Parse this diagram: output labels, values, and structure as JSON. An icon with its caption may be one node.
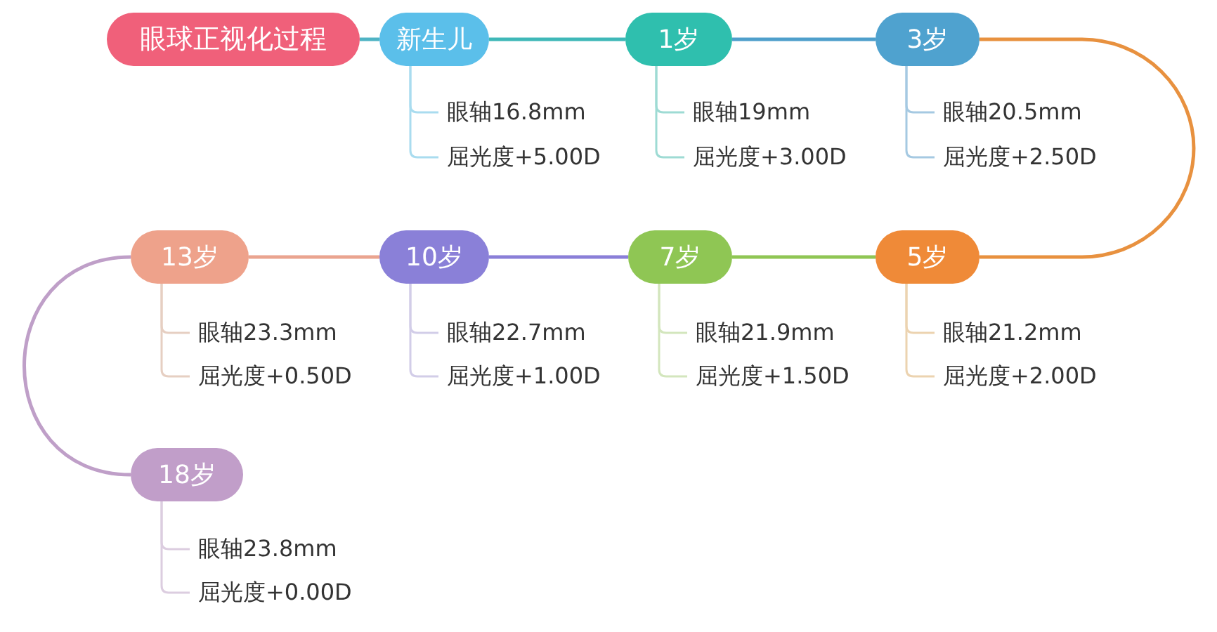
{
  "diagram": {
    "nodes": [
      {
        "text": [
          "眼球正视化过程"
        ]
      },
      {
        "text": [
          "新生儿"
        ]
      },
      {
        "text": [
          "眼轴16.8mm"
        ]
      },
      {
        "text": [
          "屈光度+5.00D"
        ]
      },
      {
        "text": [
          "1岁"
        ]
      },
      {
        "text": [
          "眼轴19mm"
        ]
      },
      {
        "text": [
          "屈光度+3.00D"
        ]
      },
      {
        "text": [
          "3岁"
        ]
      },
      {
        "text": [
          "眼轴20.5mm"
        ]
      },
      {
        "text": [
          "屈光度+2.50D"
        ]
      },
      {
        "text": [
          "13岁"
        ]
      },
      {
        "text": [
          "眼轴23.3mm"
        ]
      },
      {
        "text": [
          "屈光度+0.50D"
        ]
      },
      {
        "text": [
          "10岁"
        ]
      },
      {
        "text": [
          "眼轴22.7mm"
        ]
      },
      {
        "text": [
          "屈光度+1.00D"
        ]
      },
      {
        "text": [
          "7岁"
        ]
      },
      {
        "text": [
          "眼轴21.9mm"
        ]
      },
      {
        "text": [
          "屈光度+1.50D"
        ]
      },
      {
        "text": [
          "5岁"
        ]
      },
      {
        "text": [
          "眼轴21.2mm"
        ]
      },
      {
        "text": [
          "屈光度+2.00D"
        ]
      },
      {
        "text": [
          "18岁"
        ]
      },
      {
        "text": [
          "眼轴23.8mm"
        ]
      },
      {
        "text": [
          "屈光度+0.00D"
        ]
      }
    ],
    "edges": [
      {
        "from": 0,
        "to": 1,
        "arrow": "none",
        "color": "#4fb3c4"
      },
      {
        "from": 1,
        "to": 4,
        "arrow": "none",
        "color": "#3fb8b8"
      },
      {
        "from": 4,
        "to": 7,
        "arrow": "none",
        "color": "#4f9fcb"
      },
      {
        "from": 7,
        "to": 19,
        "arrow": "none",
        "color": "#e8913f"
      },
      {
        "from": 19,
        "to": 16,
        "arrow": "none",
        "color": "#8fc654"
      },
      {
        "from": 16,
        "to": 13,
        "arrow": "none",
        "color": "#8a7fd8"
      },
      {
        "from": 13,
        "to": 10,
        "arrow": "none",
        "color": "#eaa48f"
      },
      {
        "from": 10,
        "to": 22,
        "arrow": "none",
        "color": "#bf9fc8"
      },
      {
        "from": 1,
        "to": 2,
        "arrow": "none",
        "color": "#a9dcef"
      },
      {
        "from": 1,
        "to": 3,
        "arrow": "none",
        "color": "#a9dcef"
      },
      {
        "from": 4,
        "to": 5,
        "arrow": "none",
        "color": "#9edbd4"
      },
      {
        "from": 4,
        "to": 6,
        "arrow": "none",
        "color": "#9edbd4"
      },
      {
        "from": 7,
        "to": 8,
        "arrow": "none",
        "color": "#a5c9e2"
      },
      {
        "from": 7,
        "to": 9,
        "arrow": "none",
        "color": "#a5c9e2"
      },
      {
        "from": 10,
        "to": 11,
        "arrow": "none",
        "color": "#e6cfc2"
      },
      {
        "from": 10,
        "to": 12,
        "arrow": "none",
        "color": "#e6cfc2"
      },
      {
        "from": 13,
        "to": 14,
        "arrow": "none",
        "color": "#d2cde8"
      },
      {
        "from": 13,
        "to": 15,
        "arrow": "none",
        "color": "#d2cde8"
      },
      {
        "from": 16,
        "to": 17,
        "arrow": "none",
        "color": "#d3e6bd"
      },
      {
        "from": 16,
        "to": 18,
        "arrow": "none",
        "color": "#d3e6bd"
      },
      {
        "from": 19,
        "to": 20,
        "arrow": "none",
        "color": "#ecd3b0"
      },
      {
        "from": 19,
        "to": 21,
        "arrow": "none",
        "color": "#ecd3b0"
      },
      {
        "from": 22,
        "to": 23,
        "arrow": "none",
        "color": "#dccde0"
      },
      {
        "from": 22,
        "to": 24,
        "arrow": "none",
        "color": "#dccde0"
      }
    ]
  }
}
